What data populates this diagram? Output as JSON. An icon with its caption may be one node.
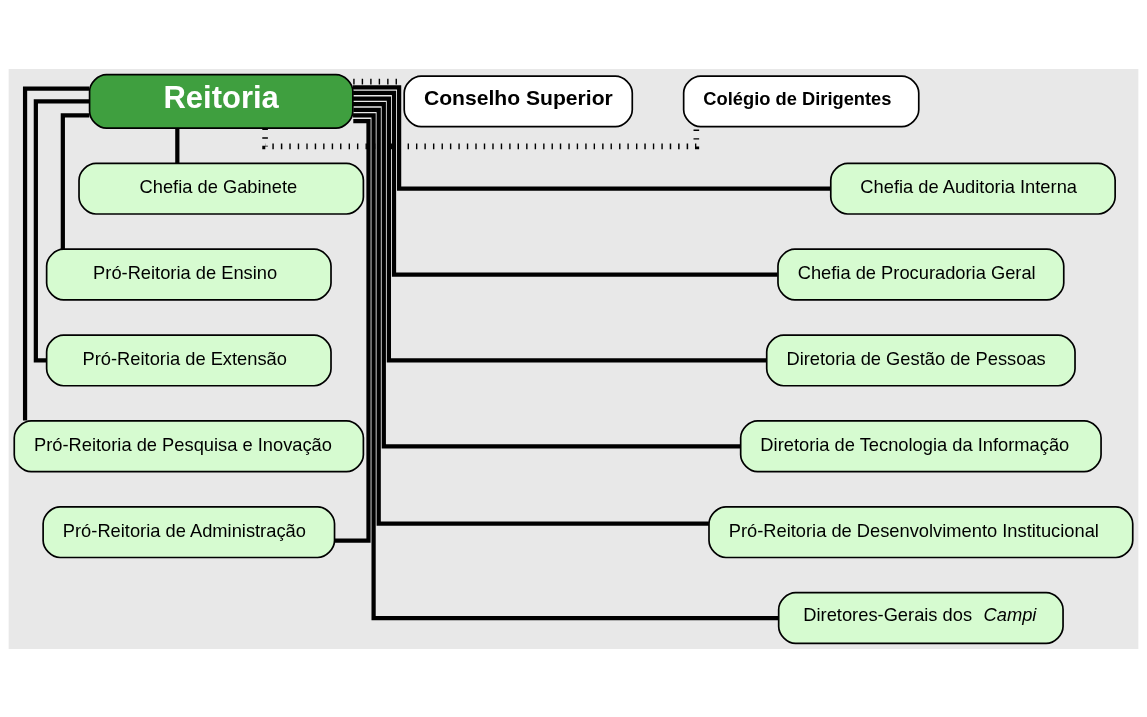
{
  "diagram": {
    "nodes": [
      {
        "text": [
          "Reitoria"
        ]
      },
      {
        "text": [
          "Colégio de Dirigentes"
        ]
      },
      {
        "text": [
          "Conselho Superior"
        ]
      },
      {
        "text": [
          "Chefia de Auditoria Interna"
        ]
      },
      {
        "text": [
          "Chefia de Gabinete"
        ]
      },
      {
        "text": [
          "Chefia de Procuradoria Geral"
        ]
      },
      {
        "text": [
          "Pró-Reitoria de Ensino"
        ]
      },
      {
        "text": [
          "Diretoria de Gestão de Pessoas"
        ]
      },
      {
        "text": [
          "Pró-Reitoria de Extensão"
        ]
      },
      {
        "text": [
          "Diretoria de Tecnologia da Informação"
        ]
      },
      {
        "text": [
          "Pró-Reitoria de Pesquisa e Inovação"
        ]
      },
      {
        "text": [
          "Pró-Reitoria de Desenvolvimento Institucional"
        ]
      },
      {
        "text": [
          "Pró-Reitoria de Administração"
        ]
      },
      {
        "text": [
          "Diretores-Gerais dos *Campi*"
        ]
      }
    ],
    "edges": [
      {
        "from": 0,
        "to": 1,
        "arrow": "none",
        "style": "dashed"
      },
      {
        "from": 0,
        "to": 2,
        "arrow": "none",
        "style": "dashed"
      },
      {
        "from": 0,
        "to": 3,
        "arrow": "none"
      },
      {
        "from": 0,
        "to": 4,
        "arrow": "none"
      },
      {
        "from": 0,
        "to": 5,
        "arrow": "none"
      },
      {
        "from": 0,
        "to": 6,
        "arrow": "none"
      },
      {
        "from": 0,
        "to": 7,
        "arrow": "none"
      },
      {
        "from": 0,
        "to": 8,
        "arrow": "none"
      },
      {
        "from": 0,
        "to": 9,
        "arrow": "none"
      },
      {
        "from": 0,
        "to": 10,
        "arrow": "none"
      },
      {
        "from": 0,
        "to": 11,
        "arrow": "none"
      },
      {
        "from": 0,
        "to": 12,
        "arrow": "none"
      },
      {
        "from": 0,
        "to": 13,
        "arrow": "none"
      }
    ]
  }
}
